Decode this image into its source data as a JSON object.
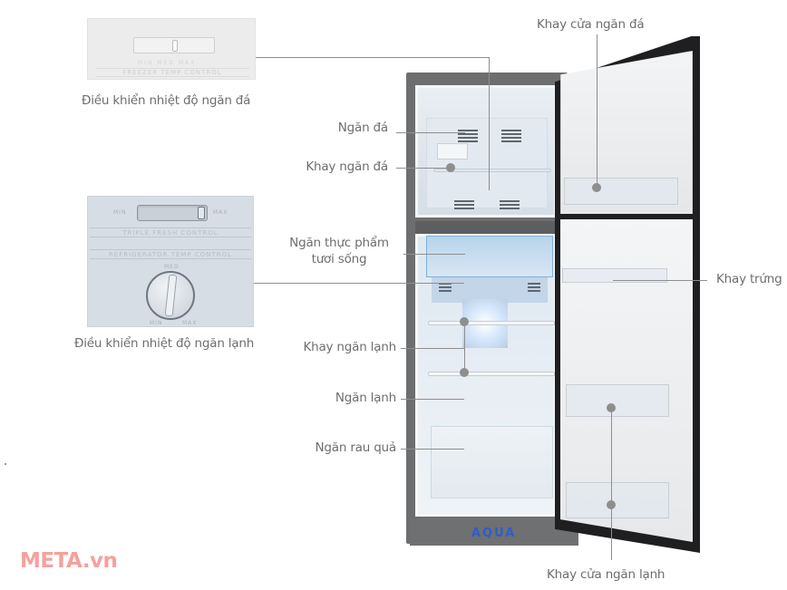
{
  "diagram": {
    "subject": "Aqua top-freezer refrigerator, doors open",
    "brand_on_base": "AQUA",
    "watermark": "META.vn",
    "insets": {
      "freezer_control": {
        "caption": "Điều khiển nhiệt độ ngăn đá",
        "panel_text": "FREEZER TEMP CONTROL",
        "scale_text": "MIN  MED  MAX"
      },
      "fridge_control": {
        "caption": "Điều khiển nhiệt độ ngăn lạnh",
        "slider_min": "MIN",
        "slider_max": "MAX",
        "band1_text": "TRIPLE FRESH CONTROL",
        "band2_text": "REFRIGERATOR TEMP CONTROL",
        "dial_top": "MED",
        "dial_min": "MIN",
        "dial_max": "MAX"
      }
    },
    "labels_left": [
      {
        "id": "freezer",
        "text": "Ngăn đá"
      },
      {
        "id": "freezer-tray",
        "text": "Khay ngăn đá"
      },
      {
        "id": "fresh-food-line1",
        "text": "Ngăn thực phẩm"
      },
      {
        "id": "fresh-food-line2",
        "text": "tươi sống"
      },
      {
        "id": "fridge-shelf",
        "text": "Khay ngăn lạnh"
      },
      {
        "id": "fridge",
        "text": "Ngăn lạnh"
      },
      {
        "id": "crisper",
        "text": "Ngăn rau quả"
      }
    ],
    "labels_right": [
      {
        "id": "freezer-door-tray",
        "text": "Khay cửa ngăn đá"
      },
      {
        "id": "egg-tray",
        "text": "Khay trứng"
      },
      {
        "id": "fridge-door-tray",
        "text": "Khay cửa ngăn lạnh"
      }
    ],
    "colors": {
      "label_text": "#6e6e6e",
      "leader_line": "#8e8e8e",
      "watermark": "#f5a19e",
      "brand_blue": "#2f5bd0",
      "door_black": "#1f1f22",
      "body_grey": "#6d6e70"
    }
  }
}
